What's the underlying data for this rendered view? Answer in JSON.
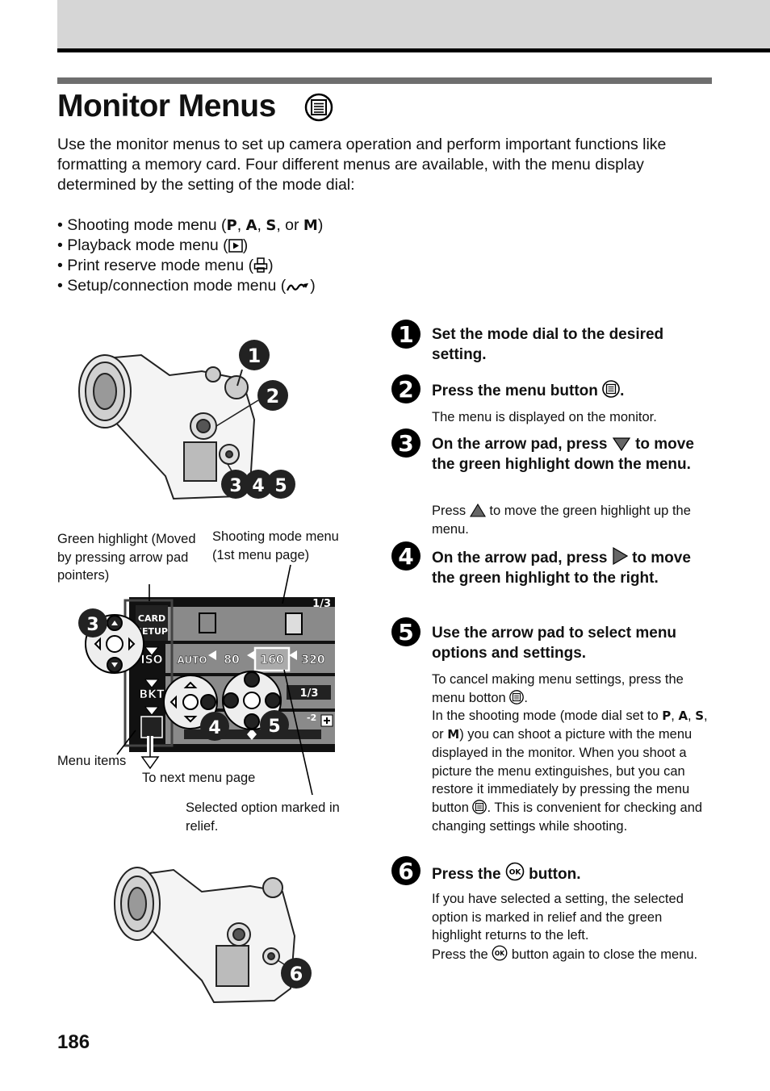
{
  "page": {
    "title": "Monitor Menus",
    "intro": "Use the monitor menus to set up camera operation and perform important functions like formatting a memory card. Four different menus are available, with the menu display determined by the setting of the mode dial:",
    "page_number": "186",
    "bullets": {
      "shooting_prefix": "• Shooting mode menu (",
      "shooting_modes": [
        "P",
        "A",
        "S",
        "M"
      ],
      "shooting_or": ", or ",
      "playback": "• Playback mode menu (",
      "print": "• Print reserve mode menu (",
      "setup": "• Setup/connection mode menu (",
      "close": ")"
    }
  },
  "figure": {
    "camera_callouts": [
      "1",
      "2",
      "3",
      "4",
      "5"
    ],
    "callout_green_highlight": "Green highlight (Moved by pressing arrow pad pointers)",
    "callout_shooting_menu": "Shooting mode menu (1st menu page)",
    "callout_menu_items": "Menu items",
    "callout_next_page": "To next menu page",
    "callout_selected_option": "Selected option marked in relief.",
    "menu": {
      "page_indicator": "1/3",
      "sub_page_indicator": "1/3",
      "items": [
        "CARD SETUP",
        "ISO",
        "BKT"
      ],
      "iso_options": [
        "AUTO",
        "80",
        "160",
        "320"
      ],
      "scale_mark": "-2"
    },
    "arrow_labels": [
      "3",
      "4",
      "5"
    ],
    "second_camera_callout": "6"
  },
  "steps": [
    {
      "num": "1",
      "heading": "Set the mode dial to the desired setting."
    },
    {
      "num": "2",
      "heading_pre": "Press the menu button",
      "heading_post": ".",
      "body": "The menu is displayed on the monitor."
    },
    {
      "num": "3",
      "heading_pre": "On the arrow pad, press",
      "heading_post": "to move the green highlight down the menu.",
      "body_pre": "Press",
      "body_post": "to move the green highlight up the menu."
    },
    {
      "num": "4",
      "heading_pre": "On the arrow pad, press",
      "heading_post": "to move the green highlight to the right."
    },
    {
      "num": "5",
      "heading": "Use the arrow pad to select menu options and settings.",
      "body_1": "To cancel making menu settings, press the menu botton",
      "body_1_end": ".",
      "body_2_pre": "In the shooting mode (mode dial set to",
      "body_2_modes": [
        "P",
        "A",
        "S",
        "M"
      ],
      "body_2_or": ", or ",
      "body_2_post": ") you can shoot a picture with the menu displayed in the monitor. When you shoot a picture the menu extinguishes, but you can restore it immediately by pressing the menu button",
      "body_2_end": ". This is convenient for checking and changing settings while shooting."
    },
    {
      "num": "6",
      "heading_pre": "Press the",
      "heading_post": "button.",
      "body_1": "If you have selected a setting, the selected option is marked in relief and the green highlight returns to the left.",
      "body_2_pre": "Press the",
      "body_2_post": "button again to close the menu."
    }
  ],
  "icons": {
    "menu_button": "menu-button-icon",
    "down_arrow": "down-arrow-icon",
    "up_arrow": "up-arrow-icon",
    "right_arrow": "right-arrow-icon",
    "ok_button": "ok-button-icon",
    "ok_text": "OK",
    "playback": "playback-icon",
    "print": "print-icon",
    "setup": "setup-icon"
  }
}
